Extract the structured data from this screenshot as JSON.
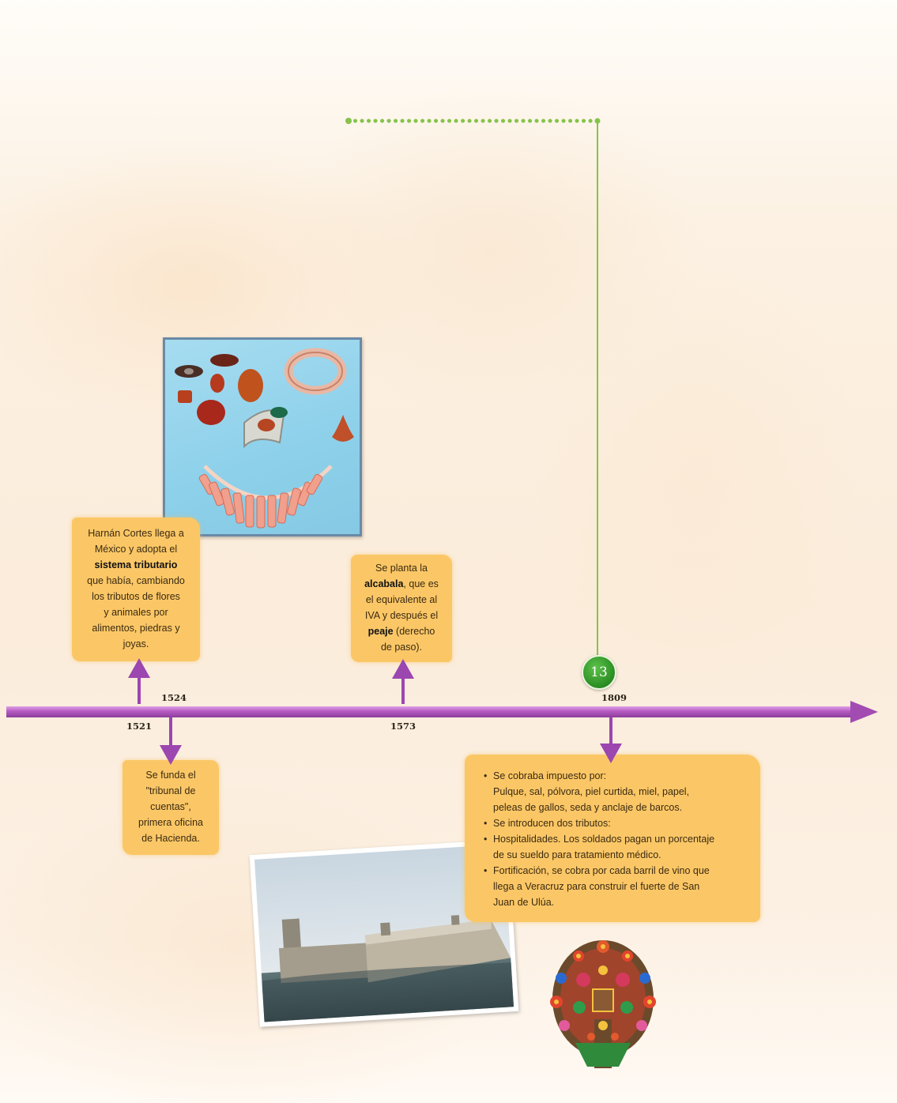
{
  "timeline": {
    "badge_number": "13",
    "years": {
      "y1521": "1521",
      "y1524": "1524",
      "y1573": "1573",
      "y1809": "1809"
    }
  },
  "notes": {
    "hernan": {
      "line1": "Harnán Cortes llega a",
      "line2": "México y adopta el",
      "bold": "sistema tributario",
      "line4": "que había, cambiando",
      "line5": "los tributos de flores",
      "line6": "y animales por",
      "line7": "alimentos, piedras y",
      "line8": "joyas."
    },
    "tribunal": {
      "line1": "Se funda el",
      "line2": "\"tribunal de",
      "line3": "cuentas\",",
      "line4": "primera oficina",
      "line5": "de Hacienda."
    },
    "alcabala": {
      "line1": "Se planta la",
      "bold1": "alcabala",
      "line2_rest": ", que es",
      "line3": "el equivalente al",
      "line4": "IVA y después el",
      "bold2": "peaje",
      "line5_rest": " (derecho",
      "line6": "de paso)."
    },
    "impuestos": {
      "b1": "Se cobraba impuesto por:",
      "b1_l2": "Pulque, sal, pólvora, piel curtida, miel, papel,",
      "b1_l3": "peleas de gallos, seda y anclaje de barcos.",
      "b2": "Se introducen dos tributos:",
      "b3": "Hospitalidades. Los soldados pagan un porcentaje",
      "b3_l2": "de su sueldo para tratamiento médico.",
      "b4": "Fortificación, se cobra por cada barril de vino que",
      "b4_l2": "llega a Veracruz para construir el fuerte de San",
      "b4_l3": "Juan de Ulúa."
    }
  },
  "colors": {
    "timeline": "#b55bc0",
    "arrow": "#9c46b0",
    "note_bg": "#fbc766",
    "connector": "#7dbf3f",
    "badge": "#2f9a26"
  }
}
